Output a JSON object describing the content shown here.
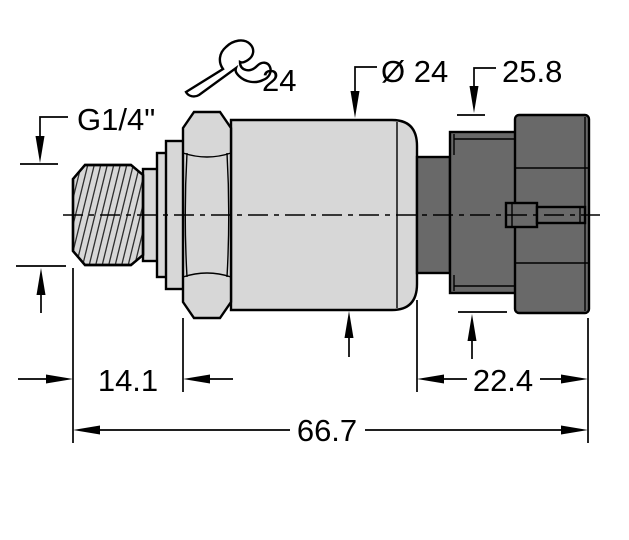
{
  "drawing": {
    "labels": {
      "thread_size": "G1/4\"",
      "wrench_size": "24",
      "body_diameter": "Ø 24",
      "connector_width": "25.8"
    },
    "dimensions": {
      "thread_length": "14.1",
      "connector_length": "22.4",
      "total_length": "66.7"
    },
    "colors": {
      "body_fill": "#d7d7d7",
      "connector_fill": "#696969",
      "line_color": "#000000",
      "background": "#ffffff"
    }
  }
}
